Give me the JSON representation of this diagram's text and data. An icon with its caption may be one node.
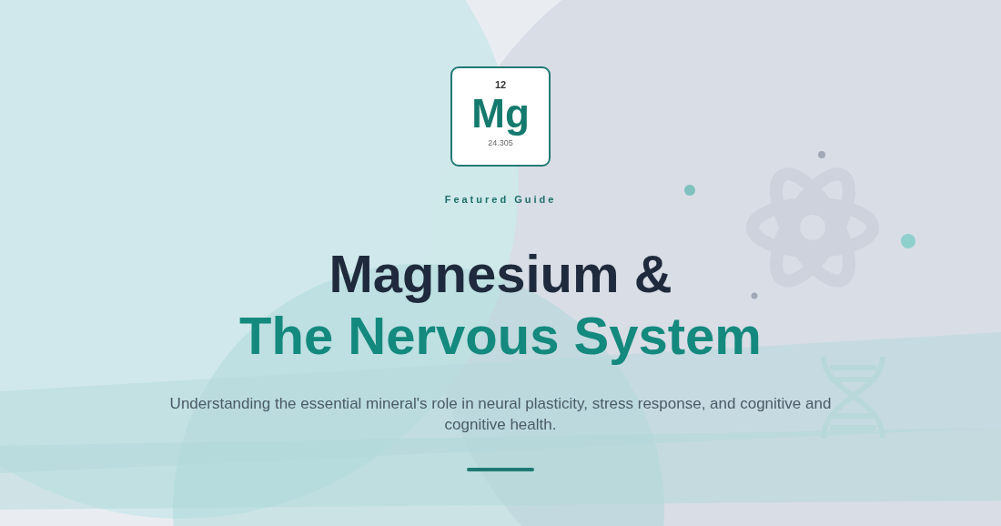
{
  "diagram": {
    "nodes": [
      {
        "text": [
          "12",
          "Mg",
          "24.305"
        ]
      }
    ],
    "labels": [
      "Featured Guide",
      "Magnesium &",
      "The Nervous System",
      "Understanding the essential mineral's role in neural plasticity, stress response, and cognitive and cognitive health."
    ]
  }
}
